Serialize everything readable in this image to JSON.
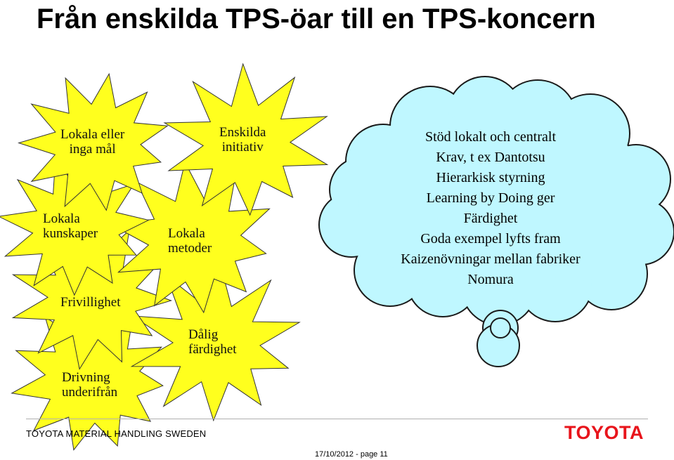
{
  "slide": {
    "title": "Från enskilda TPS-öar till en TPS-koncern"
  },
  "bursts": [
    {
      "id": "lokala-eller-inga-mal",
      "lines": [
        "Lokala eller",
        "inga mål"
      ]
    },
    {
      "id": "enskilda-initiativ",
      "lines": [
        "Enskilda",
        "initiativ"
      ]
    },
    {
      "id": "lokala-kunskaper",
      "lines": [
        "Lokala",
        "kunskaper"
      ]
    },
    {
      "id": "lokala-metoder",
      "lines": [
        "Lokala",
        "metoder"
      ]
    },
    {
      "id": "frivillighet",
      "lines": [
        "Frivillighet"
      ]
    },
    {
      "id": "dalig-fardighet",
      "lines": [
        "Dålig",
        "färdighet"
      ]
    },
    {
      "id": "drivning-underifran",
      "lines": [
        "Drivning",
        "underifrån"
      ]
    }
  ],
  "cloud": {
    "lines": [
      "Stöd lokalt och centralt",
      "Krav, t ex Dantotsu",
      "Hierarkisk styrning",
      "Learning by Doing ger",
      "Färdighet",
      "Goda exempel lyfts fram",
      "Kaizenövningar mellan fabriker",
      "Nomura"
    ]
  },
  "footer": {
    "company": "TOYOTA MATERIAL HANDLING SWEDEN",
    "date_page": "17/10/2012 - page 11",
    "logo_text": "TOYOTA"
  },
  "colors": {
    "burst_fill": "#ffff1e",
    "cloud_fill": "#bff7ff",
    "logo_red": "#e8141b"
  }
}
